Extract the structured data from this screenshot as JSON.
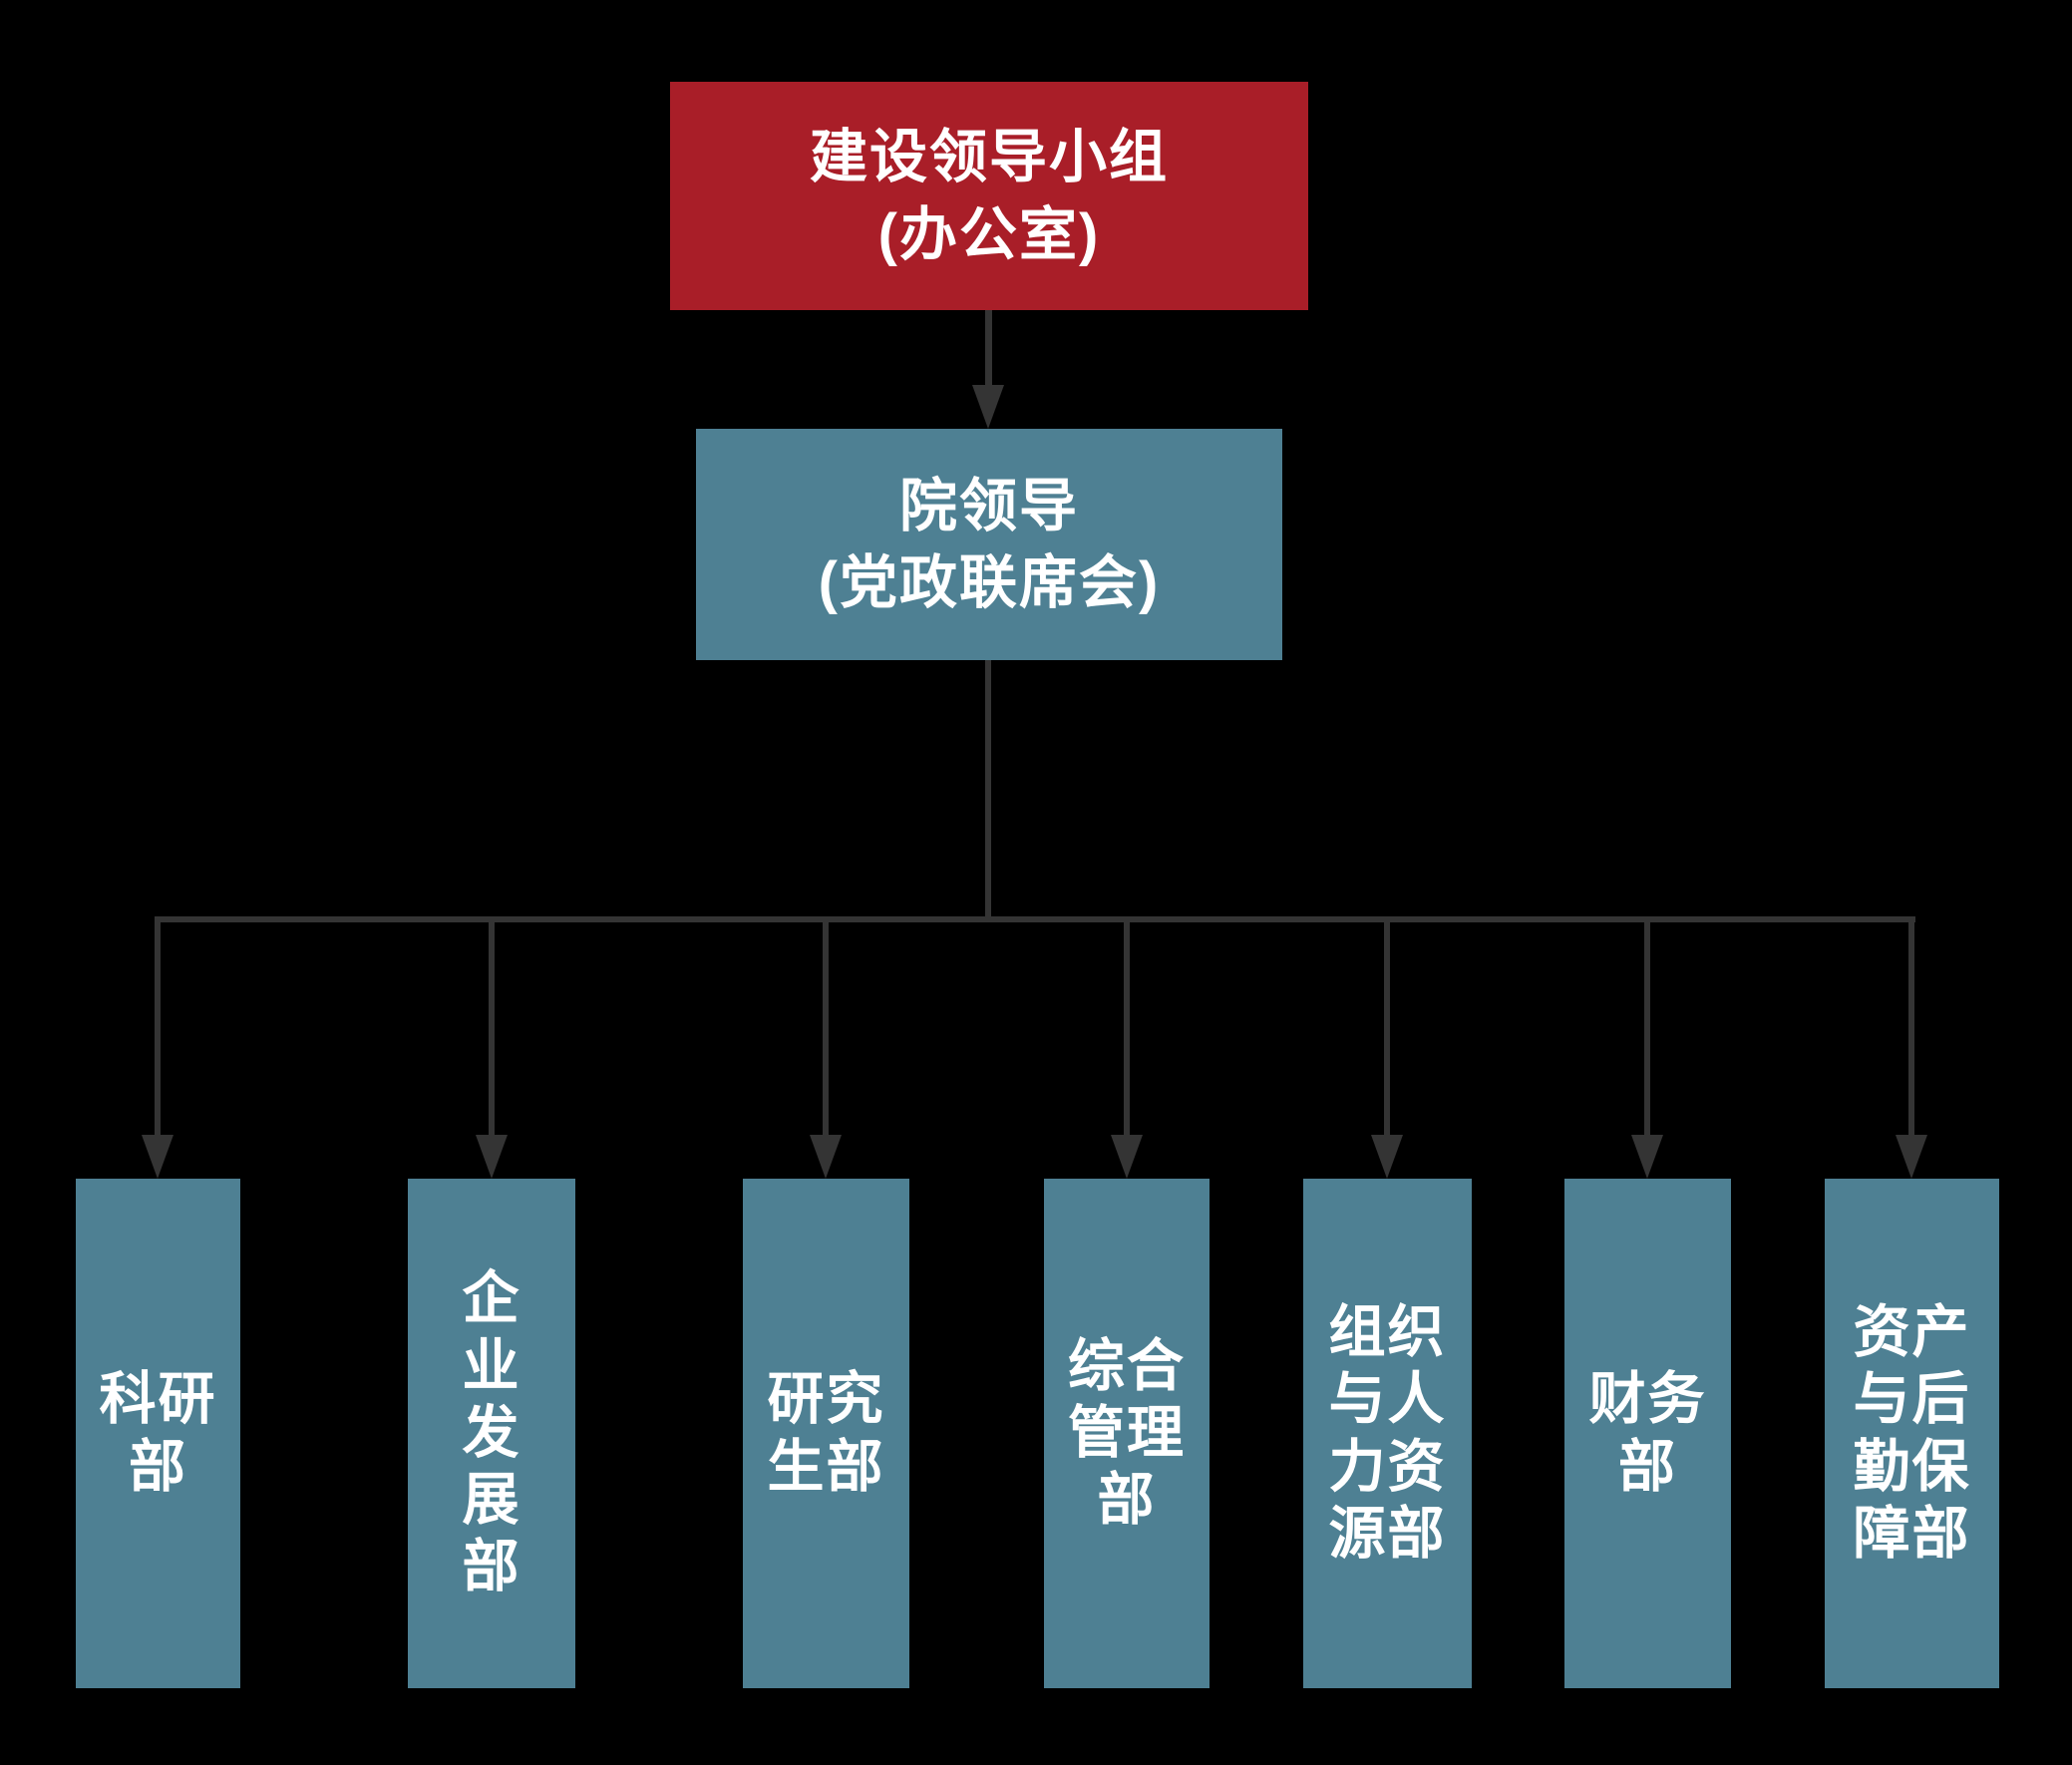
{
  "colors": {
    "background": "#000000",
    "connector": "#343434",
    "box_red": "#A91E28",
    "box_blue": "#4E8093",
    "text": "#FFFFFF"
  },
  "org": {
    "root": {
      "label": "建设领导小组\n(办公室)"
    },
    "leadership": {
      "label": "院领导\n(党政联席会)"
    },
    "departments": [
      {
        "label": "科研\n部"
      },
      {
        "label": "企\n业\n发\n展\n部"
      },
      {
        "label": "研究\n生部"
      },
      {
        "label": "综合\n管理\n部"
      },
      {
        "label": "组织\n与人\n力资\n源部"
      },
      {
        "label": "财务\n部"
      },
      {
        "label": "资产\n与后\n勤保\n障部"
      }
    ]
  }
}
